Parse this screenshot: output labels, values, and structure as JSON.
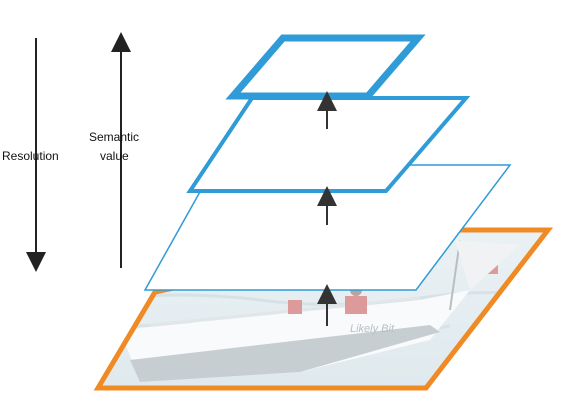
{
  "labels": {
    "resolution": "Resolution",
    "semantic_line1": "Semantic",
    "semantic_line2": "value"
  },
  "colors": {
    "pyramid_blue": "#2f9bd7",
    "image_border": "#f08a24",
    "arrow": "#333333",
    "text": "#111111"
  },
  "image_layer": {
    "description_icon": "sailboat-photo",
    "visible": true
  }
}
